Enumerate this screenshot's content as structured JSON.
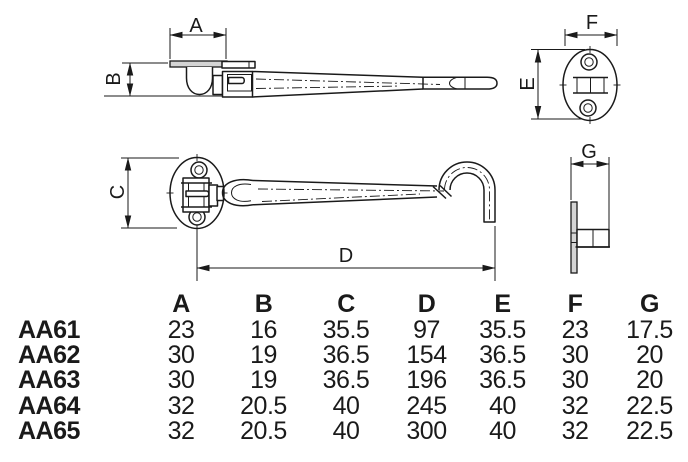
{
  "drawing": {
    "labels": {
      "A": "A",
      "B": "B",
      "C": "C",
      "D": "D",
      "E": "E",
      "F": "F",
      "G": "G"
    }
  },
  "table": {
    "columns": [
      "A",
      "B",
      "C",
      "D",
      "E",
      "F",
      "G"
    ],
    "rows": [
      {
        "model": "AA61",
        "values": [
          "23",
          "16",
          "35.5",
          "97",
          "35.5",
          "23",
          "17.5"
        ]
      },
      {
        "model": "AA62",
        "values": [
          "30",
          "19",
          "36.5",
          "154",
          "36.5",
          "30",
          "20"
        ]
      },
      {
        "model": "AA63",
        "values": [
          "30",
          "19",
          "36.5",
          "196",
          "36.5",
          "30",
          "20"
        ]
      },
      {
        "model": "AA64",
        "values": [
          "32",
          "20.5",
          "40",
          "245",
          "40",
          "32",
          "22.5"
        ]
      },
      {
        "model": "AA65",
        "values": [
          "32",
          "20.5",
          "40",
          "300",
          "40",
          "32",
          "22.5"
        ]
      }
    ]
  },
  "colors": {
    "ink": "#1a1a1a",
    "plate_fill": "#d4d4d4",
    "background": "#ffffff"
  }
}
